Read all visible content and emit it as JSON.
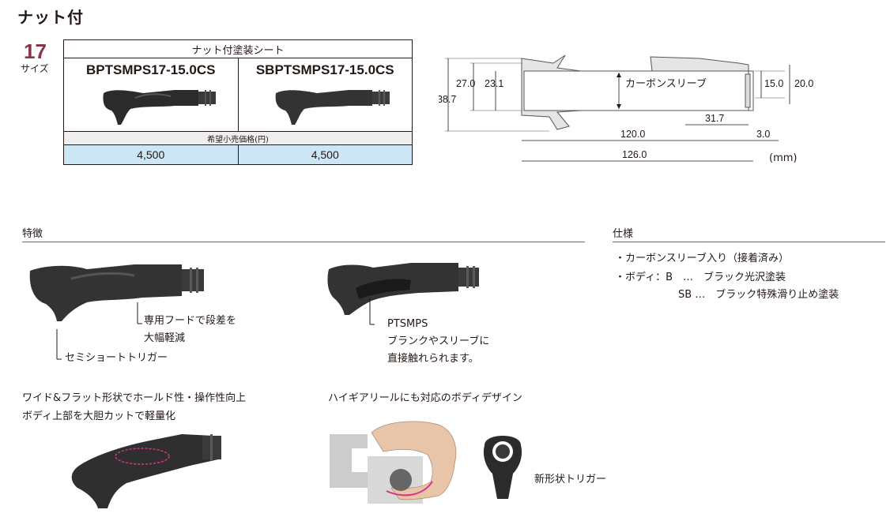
{
  "page": {
    "title": "ナット付"
  },
  "size": {
    "number": "17",
    "label": "サイズ"
  },
  "table": {
    "header": "ナット付塗装シート",
    "models": [
      "BPTSMPS17-15.0CS",
      "SBPTSMPS17-15.0CS"
    ],
    "price_label": "希望小売価格(円)",
    "prices": [
      "4,500",
      "4,500"
    ]
  },
  "diagram": {
    "sleeve_label": "カーボンスリーブ",
    "dims": {
      "d1": "38.7",
      "d2": "27.0",
      "d3": "23.1",
      "d4": "15.0",
      "d5": "20.0",
      "d6": "31.7",
      "d7": "120.0",
      "d8": "3.0",
      "d9": "126.0"
    },
    "unit": "(mm)"
  },
  "features": {
    "heading": "特徴",
    "callout_hood": [
      "専用フードで段差を",
      "大幅軽減"
    ],
    "callout_trigger": "セミショートトリガー",
    "callout_ptsmps": [
      "PTSMPS",
      "ブランクやスリーブに",
      "直接触れられます。"
    ],
    "caption_wide": [
      "ワイド&フラット形状でホールド性・操作性向上",
      "ボディ上部を大胆カットで軽量化"
    ],
    "caption_highgear": "ハイギアリールにも対応のボディデザイン",
    "new_trigger": "新形状トリガー"
  },
  "specs": {
    "heading": "仕様",
    "items": [
      "・カーボンスリーブ入り（接着済み）",
      "・ボディ：B　…　ブラック光沢塗装",
      "SB …　ブラック特殊滑り止め塗装"
    ]
  },
  "colors": {
    "accent": "#8a3648",
    "price_bg": "#cde6f5",
    "label_bg": "#eeeeee",
    "text": "#231815",
    "loop": "#d6338a"
  }
}
